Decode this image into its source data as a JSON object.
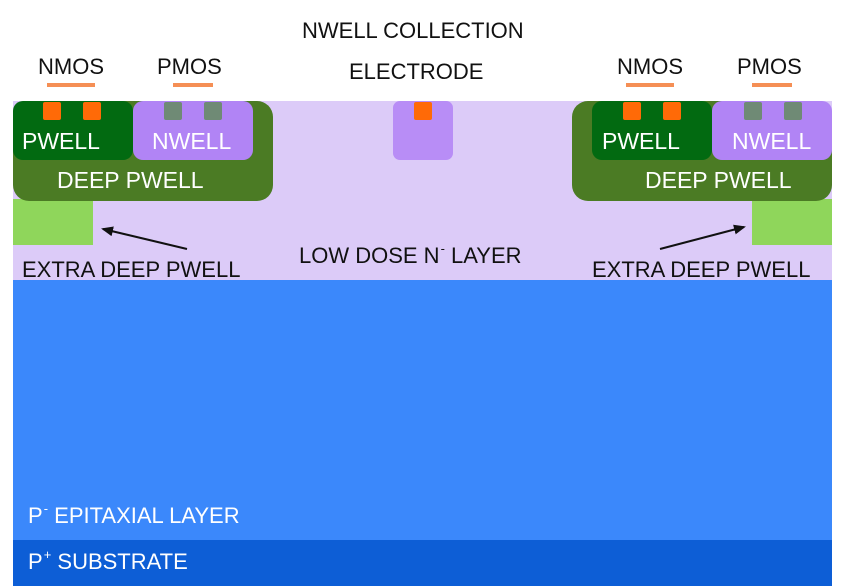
{
  "colors": {
    "low_dose": "#dccbf8",
    "epitaxial": "#3b88fb",
    "substrate": "#0d5ed6",
    "deep_pwell": "#4b7b24",
    "extra_deep_pwell": "#8fd65b",
    "pwell": "#026a11",
    "nwell": "#b184f5",
    "nmos_contact": "#ff6a07",
    "pmos_contact": "#6f8a75",
    "underline": "#f58f55"
  },
  "labels": {
    "collection_line1": "NWELL COLLECTION",
    "collection_line2": "ELECTRODE",
    "nmos": "NMOS",
    "pmos": "PMOS",
    "pwell": "PWELL",
    "nwell": "NWELL",
    "deep_pwell": "DEEP PWELL",
    "extra_deep_pwell": "EXTRA DEEP PWELL",
    "low_dose_prefix": "LOW DOSE N",
    "low_dose_sup": "-",
    "low_dose_suffix": " LAYER",
    "epitaxial_prefix": "P",
    "epitaxial_sup": "-",
    "epitaxial_suffix": " EPITAXIAL LAYER",
    "substrate_prefix": "P",
    "substrate_sup": "+",
    "substrate_suffix": " SUBSTRATE"
  }
}
